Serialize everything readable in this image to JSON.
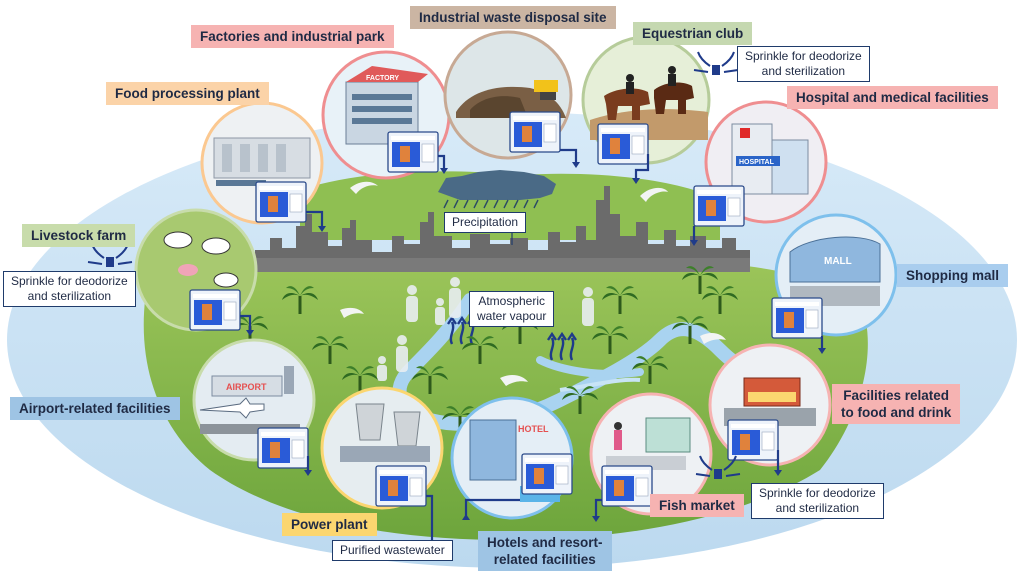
{
  "labels": {
    "factories": "Factories and industrial park",
    "waste": "Industrial waste disposal site",
    "equestrian": "Equestrian club",
    "food_processing": "Food processing plant",
    "hospital": "Hospital and medical facilities",
    "livestock": "Livestock farm",
    "shopping": "Shopping mall",
    "airport": "Airport-related facilities",
    "food_drink_1": "Facilities related",
    "food_drink_2": "to food and drink",
    "power": "Power plant",
    "hotels_1": "Hotels and resort-",
    "hotels_2": "related facilities",
    "fish": "Fish market"
  },
  "callouts": {
    "precipitation": "Precipitation",
    "vapour_1": "Atmospheric",
    "vapour_2": "water vapour",
    "wastewater": "Purified wastewater",
    "sprinkle_1": "Sprinkle for deodorize",
    "sprinkle_2": "and sterilization"
  },
  "scene_text": {
    "factory_sign": "FACTORY",
    "hospital_sign": "HOSPITAL",
    "mall_sign": "MALL",
    "airport_sign": "AIRPORT",
    "hotel_sign": "HOTEL"
  },
  "colors": {
    "ellipse": "#bcd9ef",
    "land": "#7fb04a",
    "river": "#a9d3f0",
    "skyline": "#6b6b6b",
    "device": "#2a5bd7",
    "arrow": "#1f3b8a"
  }
}
